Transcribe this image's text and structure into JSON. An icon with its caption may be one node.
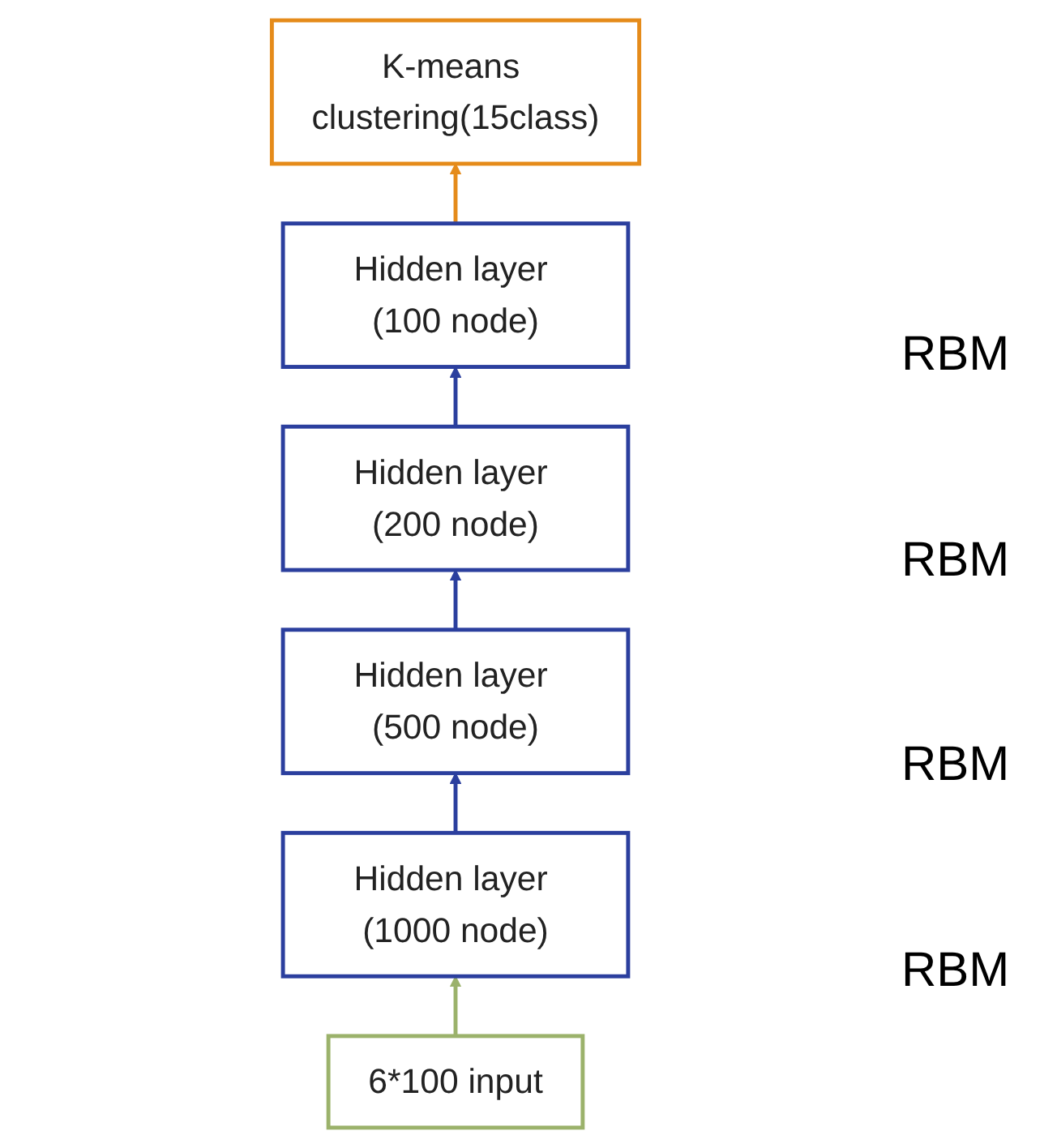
{
  "diagram": {
    "nodes": [
      {
        "text": [
          "K-means clustering(15class)"
        ]
      },
      {
        "text": [
          "Hidden layer (100 node)"
        ]
      },
      {
        "text": [
          "Hidden layer (200 node)"
        ]
      },
      {
        "text": [
          "Hidden layer (500 node)"
        ]
      },
      {
        "text": [
          "Hidden layer (1000 node)"
        ]
      },
      {
        "text": [
          "6*100 input"
        ]
      }
    ],
    "edges": [
      {
        "from": 5,
        "to": 4,
        "arrow": "to",
        "color": "#9bb26b"
      },
      {
        "from": 4,
        "to": 3,
        "arrow": "to"
      },
      {
        "from": 3,
        "to": 2,
        "arrow": "to"
      },
      {
        "from": 2,
        "to": 1,
        "arrow": "to"
      },
      {
        "from": 1,
        "to": 0,
        "arrow": "to",
        "color": "#e58b1a"
      }
    ],
    "labels": [
      "RBM",
      "RBM",
      "RBM",
      "RBM"
    ]
  }
}
